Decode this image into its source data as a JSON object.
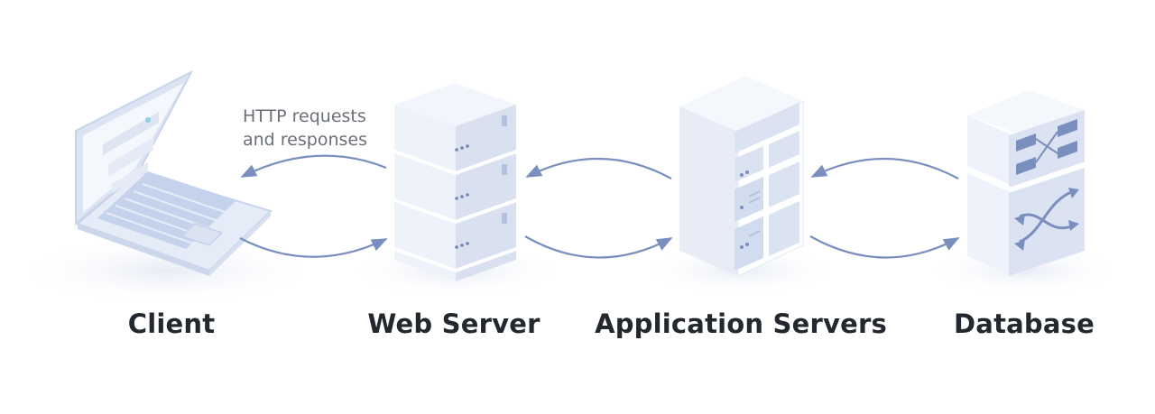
{
  "annotation": {
    "line1": "HTTP requests",
    "line2": "and responses"
  },
  "nodes": [
    {
      "id": "client",
      "label": "Client",
      "icon": "laptop-icon"
    },
    {
      "id": "web-server",
      "label": "Web Server",
      "icon": "server-stack-icon"
    },
    {
      "id": "app-servers",
      "label": "Application Servers",
      "icon": "server-rack-icon"
    },
    {
      "id": "database",
      "label": "Database",
      "icon": "database-switch-icon"
    }
  ],
  "colors": {
    "face_light": "#eef2fa",
    "face_mid": "#dde5f3",
    "face_dark": "#c9d4ea",
    "accent": "#a7b7d9",
    "arrow": "#7b8fbe",
    "text": "#23272e"
  }
}
